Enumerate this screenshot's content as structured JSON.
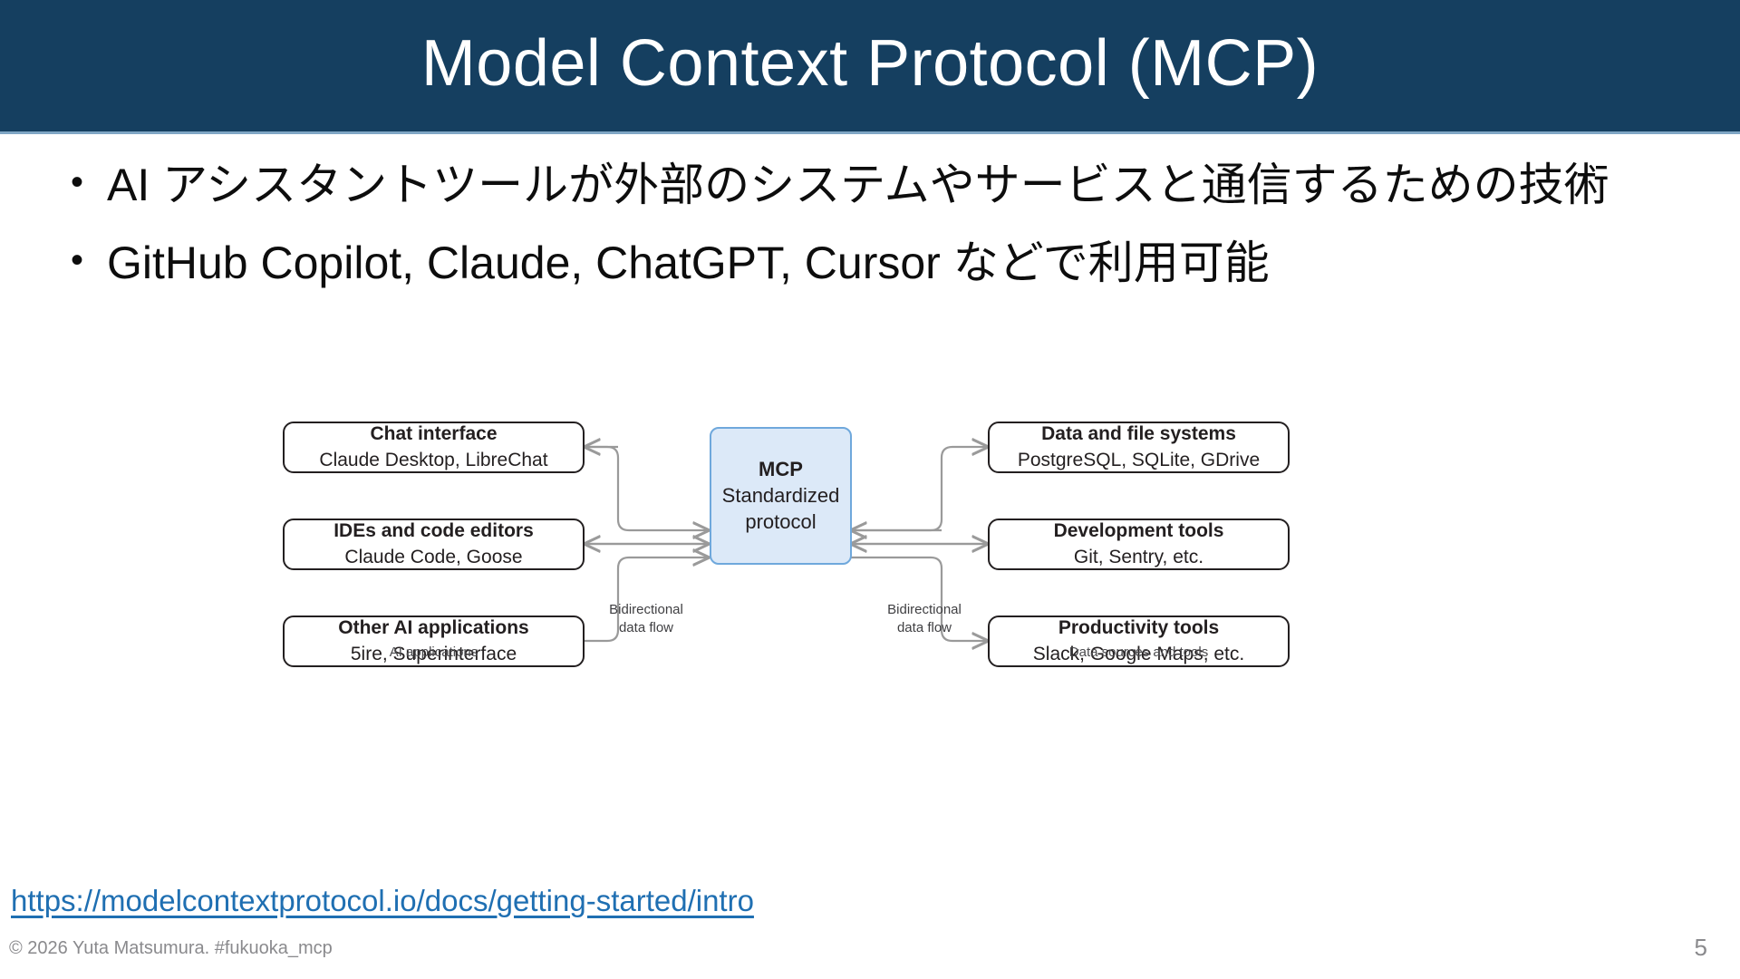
{
  "slide": {
    "title": "Model Context Protocol (MCP)",
    "title_band_color": "#153F60",
    "accent_line_color": "#7FA6C4",
    "bullet_marker": "•",
    "bullets": [
      "AI アシスタントツールが外部のシステムやサービスと通信するための技術",
      "GitHub Copilot, Claude, ChatGPT, Cursor などで利用可能"
    ]
  },
  "diagram": {
    "center": {
      "title": "MCP",
      "subtitle": "Standardized protocol",
      "fill_color": "#DCE9F8",
      "border_color": "#6FA8DC"
    },
    "left_nodes": [
      {
        "title": "Chat interface",
        "subtitle": "Claude Desktop, LibreChat"
      },
      {
        "title": "IDEs and code editors",
        "subtitle": "Claude Code, Goose"
      },
      {
        "title": "Other AI applications",
        "subtitle": "5ire, Superinterface"
      }
    ],
    "right_nodes": [
      {
        "title": "Data and file systems",
        "subtitle": "PostgreSQL, SQLite, GDrive"
      },
      {
        "title": "Development tools",
        "subtitle": "Git, Sentry, etc."
      },
      {
        "title": "Productivity tools",
        "subtitle": "Slack, Google Maps, etc."
      }
    ],
    "flow_label_left": "Bidirectional\ndata flow",
    "flow_label_left_line1": "Bidirectional",
    "flow_label_left_line2": "data flow",
    "flow_label_right_line1": "Bidirectional",
    "flow_label_right_line2": "data flow",
    "caption_left": "AI applications",
    "caption_right": "Data sources and tools",
    "connector_color": "#9a9a9a"
  },
  "footer": {
    "source_url": "https://modelcontextprotocol.io/docs/getting-started/intro",
    "copyright": "© 2026 Yuta Matsumura.  #fukuoka_mcp",
    "page_number": "5"
  }
}
